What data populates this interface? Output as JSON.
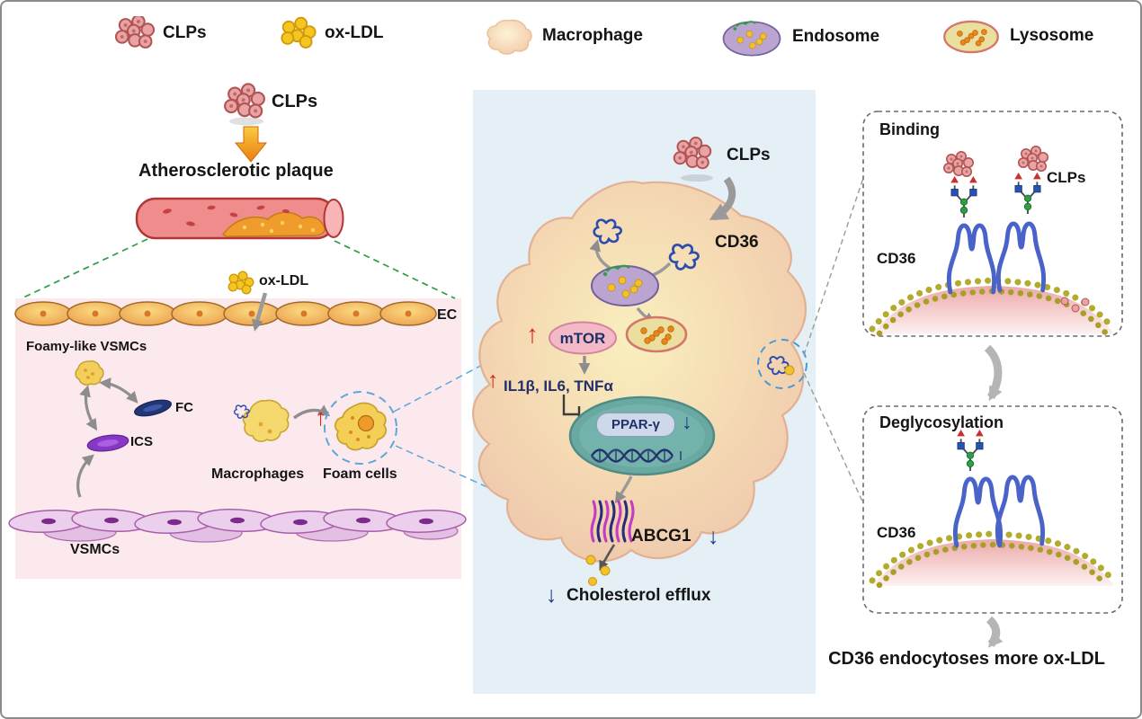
{
  "legend": {
    "items": [
      {
        "id": "clps",
        "label": "CLPs"
      },
      {
        "id": "oxldl",
        "label": "ox-LDL"
      },
      {
        "id": "macrophage",
        "label": "Macrophage"
      },
      {
        "id": "endosome",
        "label": "Endosome"
      },
      {
        "id": "lysosome",
        "label": "Lysosome"
      }
    ]
  },
  "left_panel": {
    "clps_label": "CLPs",
    "title": "Atherosclerotic plaque",
    "oxldl_label": "ox-LDL",
    "ec_label": "EC",
    "foamy_vsmc_label": "Foamy-like VSMCs",
    "fc_label": "FC",
    "ics_label": "ICS",
    "macrophages_label": "Macrophages",
    "foam_cells_label": "Foam cells",
    "vsmcs_label": "VSMCs"
  },
  "middle_panel": {
    "clps_label": "CLPs",
    "cd36_label": "CD36",
    "mtor_label": "mTOR",
    "cytokines_label": "IL1β, IL6, TNFα",
    "ppar_label": "PPAR-γ",
    "abcg1_label": "ABCG1",
    "efflux_label": "Cholesterol efflux"
  },
  "right_panel": {
    "binding_title": "Binding",
    "clps_label": "CLPs",
    "cd36_binding_label": "CD36",
    "deglycosylation_title": "Deglycosylation",
    "cd36_deglyco_label": "CD36",
    "conclusion": "CD36 endocytoses more ox-LDL"
  },
  "icons": {
    "up_arrow": "↑",
    "down_arrow": "↓"
  },
  "colors": {
    "panel_blue": "#e4eff6",
    "panel_pink": "#fce9ee",
    "upregulation_red": "#e0231b",
    "downregulation_blue": "#1d3a8c",
    "nucleus_teal": "#69a9a1"
  }
}
